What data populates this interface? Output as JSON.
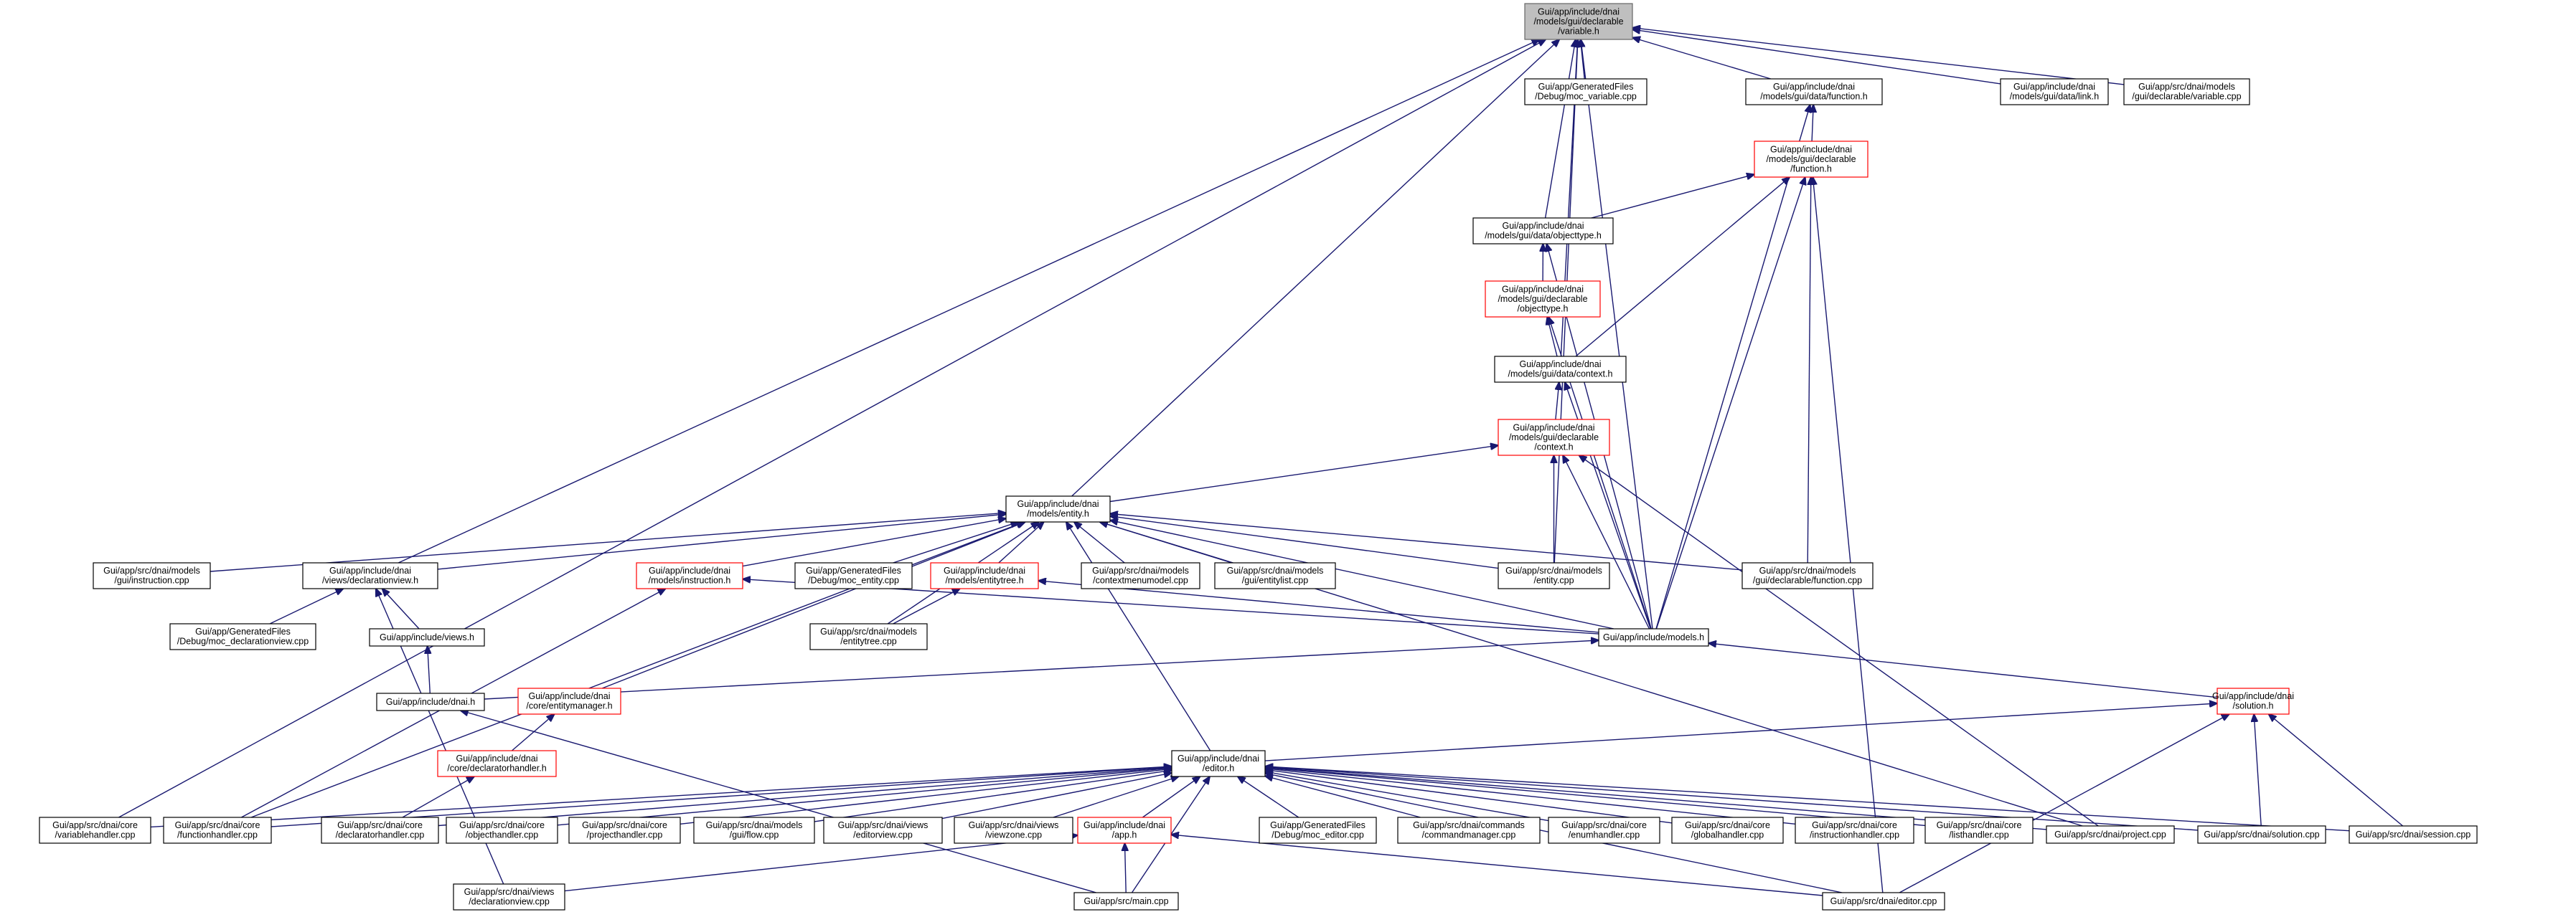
{
  "graph": {
    "title": "Include dependency graph for Gui/app/include/dnai/models/gui/declarable/variable.h",
    "colors": {
      "edge": "#191970",
      "focus_fill": "#bfbfbf",
      "truncated_border": "#ff0000",
      "node_border": "#000000"
    },
    "nodes": [
      {
        "id": "variable_h",
        "lines": [
          "Gui/app/include/dnai",
          "/models/gui/declarable",
          "/variable.h"
        ],
        "focus": true
      },
      {
        "id": "moc_variable",
        "lines": [
          "Gui/app/GeneratedFiles",
          "/Debug/moc_variable.cpp"
        ]
      },
      {
        "id": "data_function_h",
        "lines": [
          "Gui/app/include/dnai",
          "/models/gui/data/function.h"
        ]
      },
      {
        "id": "data_link_h",
        "lines": [
          "Gui/app/include/dnai",
          "/models/gui/data/link.h"
        ]
      },
      {
        "id": "decl_variable_cpp",
        "lines": [
          "Gui/app/src/dnai/models",
          "/gui/declarable/variable.cpp"
        ]
      },
      {
        "id": "decl_function_h",
        "lines": [
          "Gui/app/include/dnai",
          "/models/gui/declarable",
          "/function.h"
        ],
        "truncated": true
      },
      {
        "id": "data_objecttype_h",
        "lines": [
          "Gui/app/include/dnai",
          "/models/gui/data/objecttype.h"
        ]
      },
      {
        "id": "decl_objecttype_h",
        "lines": [
          "Gui/app/include/dnai",
          "/models/gui/declarable",
          "/objecttype.h"
        ],
        "truncated": true
      },
      {
        "id": "data_context_h",
        "lines": [
          "Gui/app/include/dnai",
          "/models/gui/data/context.h"
        ]
      },
      {
        "id": "decl_context_h",
        "lines": [
          "Gui/app/include/dnai",
          "/models/gui/declarable",
          "/context.h"
        ],
        "truncated": true
      },
      {
        "id": "entity_h",
        "lines": [
          "Gui/app/include/dnai",
          "/models/entity.h"
        ]
      },
      {
        "id": "instruction_cpp",
        "lines": [
          "Gui/app/src/dnai/models",
          "/gui/instruction.cpp"
        ]
      },
      {
        "id": "declarationview_h",
        "lines": [
          "Gui/app/include/dnai",
          "/views/declarationview.h"
        ]
      },
      {
        "id": "models_instruction_h",
        "lines": [
          "Gui/app/include/dnai",
          "/models/instruction.h"
        ],
        "truncated": true
      },
      {
        "id": "moc_entity",
        "lines": [
          "Gui/app/GeneratedFiles",
          "/Debug/moc_entity.cpp"
        ]
      },
      {
        "id": "entitytree_h",
        "lines": [
          "Gui/app/include/dnai",
          "/models/entitytree.h"
        ],
        "truncated": true
      },
      {
        "id": "contextmenumodel",
        "lines": [
          "Gui/app/src/dnai/models",
          "/contextmenumodel.cpp"
        ]
      },
      {
        "id": "entitylist",
        "lines": [
          "Gui/app/src/dnai/models",
          "/gui/entitylist.cpp"
        ]
      },
      {
        "id": "entity_cpp",
        "lines": [
          "Gui/app/src/dnai/models",
          "/entity.cpp"
        ]
      },
      {
        "id": "decl_function_cpp",
        "lines": [
          "Gui/app/src/dnai/models",
          "/gui/declarable/function.cpp"
        ]
      },
      {
        "id": "moc_declarationview",
        "lines": [
          "Gui/app/GeneratedFiles",
          "/Debug/moc_declarationview.cpp"
        ]
      },
      {
        "id": "views_h",
        "lines": [
          "Gui/app/include/views.h"
        ]
      },
      {
        "id": "entitytree_cpp",
        "lines": [
          "Gui/app/src/dnai/models",
          "/entitytree.cpp"
        ]
      },
      {
        "id": "models_h",
        "lines": [
          "Gui/app/include/models.h"
        ]
      },
      {
        "id": "dnai_h",
        "lines": [
          "Gui/app/include/dnai.h"
        ]
      },
      {
        "id": "entitymanager_h",
        "lines": [
          "Gui/app/include/dnai",
          "/core/entitymanager.h"
        ],
        "truncated": true
      },
      {
        "id": "solution_h",
        "lines": [
          "Gui/app/include/dnai",
          "/solution.h"
        ],
        "truncated": true
      },
      {
        "id": "declaratorhandler_h",
        "lines": [
          "Gui/app/include/dnai",
          "/core/declaratorhandler.h"
        ],
        "truncated": true
      },
      {
        "id": "editor_h",
        "lines": [
          "Gui/app/include/dnai",
          "/editor.h"
        ]
      },
      {
        "id": "variablehandler",
        "lines": [
          "Gui/app/src/dnai/core",
          "/variablehandler.cpp"
        ]
      },
      {
        "id": "functionhandler",
        "lines": [
          "Gui/app/src/dnai/core",
          "/functionhandler.cpp"
        ]
      },
      {
        "id": "declaratorhandler_cpp",
        "lines": [
          "Gui/app/src/dnai/core",
          "/declaratorhandler.cpp"
        ]
      },
      {
        "id": "objecthandler",
        "lines": [
          "Gui/app/src/dnai/core",
          "/objecthandler.cpp"
        ]
      },
      {
        "id": "projecthandler",
        "lines": [
          "Gui/app/src/dnai/core",
          "/projecthandler.cpp"
        ]
      },
      {
        "id": "flow",
        "lines": [
          "Gui/app/src/dnai/models",
          "/gui/flow.cpp"
        ]
      },
      {
        "id": "editorview",
        "lines": [
          "Gui/app/src/dnai/views",
          "/editorview.cpp"
        ]
      },
      {
        "id": "viewzone",
        "lines": [
          "Gui/app/src/dnai/views",
          "/viewzone.cpp"
        ]
      },
      {
        "id": "app_h",
        "lines": [
          "Gui/app/include/dnai",
          "/app.h"
        ],
        "truncated": true
      },
      {
        "id": "moc_editor",
        "lines": [
          "Gui/app/GeneratedFiles",
          "/Debug/moc_editor.cpp"
        ]
      },
      {
        "id": "commandmanager",
        "lines": [
          "Gui/app/src/dnai/commands",
          "/commandmanager.cpp"
        ]
      },
      {
        "id": "enumhandler",
        "lines": [
          "Gui/app/src/dnai/core",
          "/enumhandler.cpp"
        ]
      },
      {
        "id": "globalhandler",
        "lines": [
          "Gui/app/src/dnai/core",
          "/globalhandler.cpp"
        ]
      },
      {
        "id": "instructionhandler",
        "lines": [
          "Gui/app/src/dnai/core",
          "/instructionhandler.cpp"
        ]
      },
      {
        "id": "listhandler",
        "lines": [
          "Gui/app/src/dnai/core",
          "/listhandler.cpp"
        ]
      },
      {
        "id": "project_cpp",
        "lines": [
          "Gui/app/src/dnai/project.cpp"
        ]
      },
      {
        "id": "solution_cpp",
        "lines": [
          "Gui/app/src/dnai/solution.cpp"
        ]
      },
      {
        "id": "session_cpp",
        "lines": [
          "Gui/app/src/dnai/session.cpp"
        ]
      },
      {
        "id": "declarationview_cpp",
        "lines": [
          "Gui/app/src/dnai/views",
          "/declarationview.cpp"
        ]
      },
      {
        "id": "main_cpp",
        "lines": [
          "Gui/app/src/main.cpp"
        ]
      },
      {
        "id": "editor_cpp",
        "lines": [
          "Gui/app/src/dnai/editor.cpp"
        ]
      }
    ],
    "edges": [
      [
        "moc_variable",
        "variable_h"
      ],
      [
        "data_function_h",
        "variable_h"
      ],
      [
        "data_link_h",
        "variable_h"
      ],
      [
        "decl_variable_cpp",
        "variable_h"
      ],
      [
        "data_objecttype_h",
        "variable_h"
      ],
      [
        "data_context_h",
        "variable_h"
      ],
      [
        "entity_h",
        "variable_h"
      ],
      [
        "entity_cpp",
        "variable_h"
      ],
      [
        "models_h",
        "variable_h"
      ],
      [
        "variablehandler",
        "variable_h"
      ],
      [
        "declarationview_h",
        "variable_h"
      ],
      [
        "decl_function_h",
        "data_function_h"
      ],
      [
        "models_h",
        "data_function_h"
      ],
      [
        "data_objecttype_h",
        "decl_function_h"
      ],
      [
        "data_context_h",
        "decl_function_h"
      ],
      [
        "decl_function_cpp",
        "decl_function_h"
      ],
      [
        "models_h",
        "decl_function_h"
      ],
      [
        "editor_cpp",
        "decl_function_h"
      ],
      [
        "decl_objecttype_h",
        "data_objecttype_h"
      ],
      [
        "models_h",
        "data_objecttype_h"
      ],
      [
        "data_context_h",
        "decl_objecttype_h"
      ],
      [
        "models_h",
        "decl_objecttype_h"
      ],
      [
        "decl_context_h",
        "data_context_h"
      ],
      [
        "models_h",
        "data_context_h"
      ],
      [
        "entity_h",
        "decl_context_h"
      ],
      [
        "entity_cpp",
        "decl_context_h"
      ],
      [
        "models_h",
        "decl_context_h"
      ],
      [
        "project_cpp",
        "decl_context_h"
      ],
      [
        "instruction_cpp",
        "entity_h"
      ],
      [
        "declarationview_h",
        "entity_h"
      ],
      [
        "models_instruction_h",
        "entity_h"
      ],
      [
        "moc_entity",
        "entity_h"
      ],
      [
        "entitytree_h",
        "entity_h"
      ],
      [
        "contextmenumodel",
        "entity_h"
      ],
      [
        "entitylist",
        "entity_h"
      ],
      [
        "entity_cpp",
        "entity_h"
      ],
      [
        "decl_function_cpp",
        "entity_h"
      ],
      [
        "entitytree_cpp",
        "entity_h"
      ],
      [
        "models_h",
        "entity_h"
      ],
      [
        "entitymanager_h",
        "entity_h"
      ],
      [
        "functionhandler",
        "entity_h"
      ],
      [
        "editor_h",
        "entity_h"
      ],
      [
        "project_cpp",
        "entity_h"
      ],
      [
        "moc_declarationview",
        "declarationview_h"
      ],
      [
        "views_h",
        "declarationview_h"
      ],
      [
        "declarationview_cpp",
        "declarationview_h"
      ],
      [
        "functionhandler",
        "models_instruction_h"
      ],
      [
        "models_h",
        "models_instruction_h"
      ],
      [
        "entitytree_cpp",
        "entitytree_h"
      ],
      [
        "models_h",
        "entitytree_h"
      ],
      [
        "dnai_h",
        "views_h"
      ],
      [
        "dnai_h",
        "models_h"
      ],
      [
        "solution_h",
        "models_h"
      ],
      [
        "main_cpp",
        "dnai_h"
      ],
      [
        "declaratorhandler_h",
        "entitymanager_h"
      ],
      [
        "editor_h",
        "solution_h"
      ],
      [
        "solution_cpp",
        "solution_h"
      ],
      [
        "session_cpp",
        "solution_h"
      ],
      [
        "editor_cpp",
        "solution_h"
      ],
      [
        "declaratorhandler_cpp",
        "declaratorhandler_h"
      ],
      [
        "variablehandler",
        "editor_h"
      ],
      [
        "functionhandler",
        "editor_h"
      ],
      [
        "declaratorhandler_cpp",
        "editor_h"
      ],
      [
        "objecthandler",
        "editor_h"
      ],
      [
        "projecthandler",
        "editor_h"
      ],
      [
        "flow",
        "editor_h"
      ],
      [
        "editorview",
        "editor_h"
      ],
      [
        "viewzone",
        "editor_h"
      ],
      [
        "app_h",
        "editor_h"
      ],
      [
        "main_cpp",
        "editor_h"
      ],
      [
        "moc_editor",
        "editor_h"
      ],
      [
        "commandmanager",
        "editor_h"
      ],
      [
        "enumhandler",
        "editor_h"
      ],
      [
        "globalhandler",
        "editor_h"
      ],
      [
        "instructionhandler",
        "editor_h"
      ],
      [
        "listhandler",
        "editor_h"
      ],
      [
        "project_cpp",
        "editor_h"
      ],
      [
        "solution_cpp",
        "editor_h"
      ],
      [
        "session_cpp",
        "editor_h"
      ],
      [
        "editor_cpp",
        "editor_h"
      ],
      [
        "declarationview_cpp",
        "app_h"
      ],
      [
        "main_cpp",
        "app_h"
      ],
      [
        "editor_cpp",
        "app_h"
      ]
    ]
  }
}
